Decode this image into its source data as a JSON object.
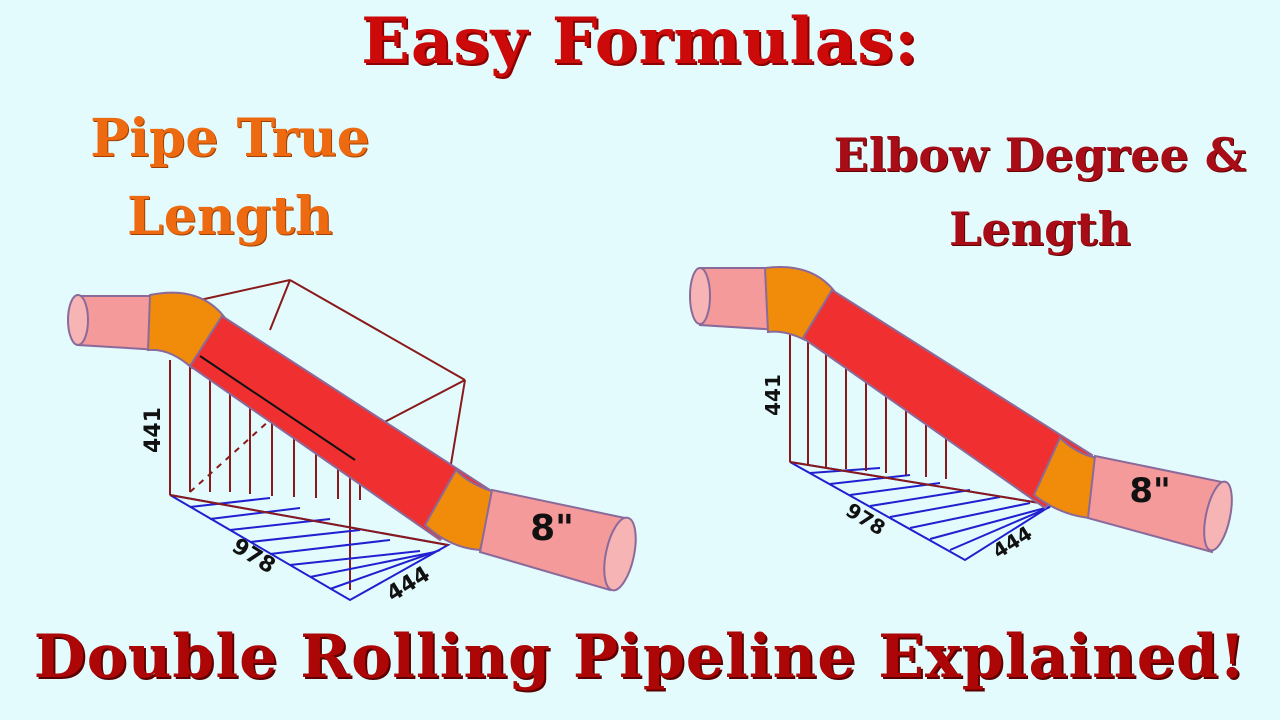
{
  "header": {
    "title": "Easy Formulas:",
    "left_subtitle_line1": "Pipe True",
    "left_subtitle_line2": "Length",
    "right_subtitle_line1": "Elbow Degree &",
    "right_subtitle_line2": "Length"
  },
  "left_diagram": {
    "vertical_rise": "441",
    "horizontal_run": "978",
    "horizontal_roll": "444",
    "pipe_size": "8\""
  },
  "right_diagram": {
    "vertical_rise": "441",
    "horizontal_run": "978",
    "horizontal_roll": "444",
    "pipe_size": "8\""
  },
  "footer": {
    "tagline": "Double Rolling Pipeline Explained!"
  },
  "colors": {
    "background": "#e3fbfd",
    "straight_pipe": "#f49a9a",
    "elbow": "#f08c0a",
    "rolling_pipe": "#f03030",
    "rise_lines": "#8a1a1a",
    "base_hatch": "#2020d0"
  }
}
